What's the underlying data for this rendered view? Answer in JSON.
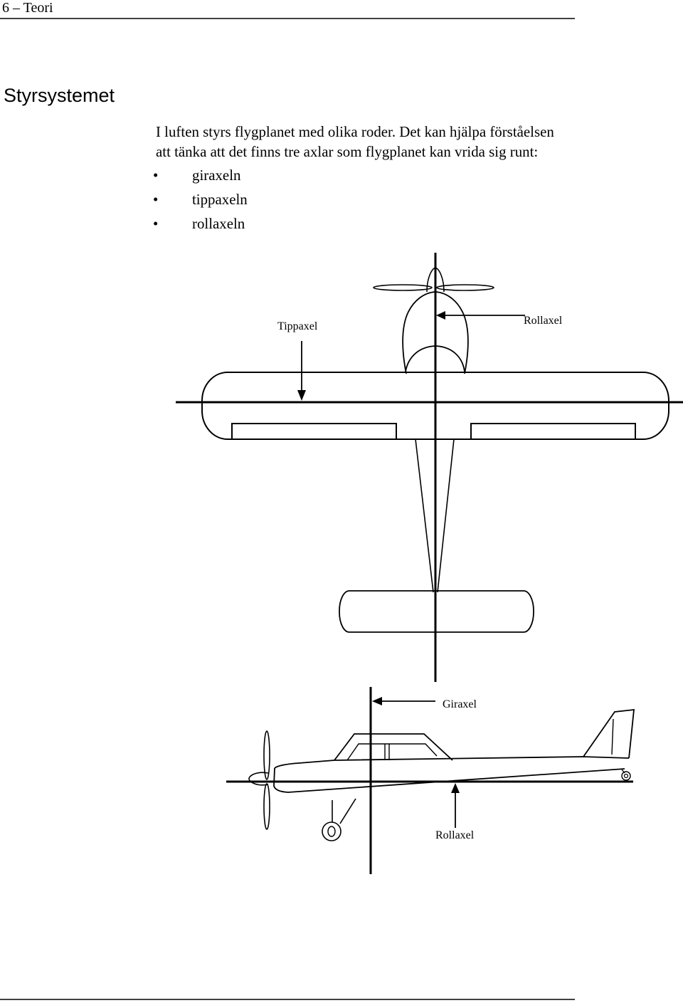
{
  "header": {
    "text": "6 – Teori"
  },
  "title": "Styrsystemet",
  "intro": {
    "lines": [
      "I luften styrs flygplanet med olika roder. Det kan hjälpa förståelsen",
      "att tänka att det finns tre axlar som flygplanet kan vrida sig runt:"
    ]
  },
  "axes_list": [
    "giraxeln",
    "tippaxeln",
    "rollaxeln"
  ],
  "figure": {
    "top_view": {
      "pitch_axis_label": "Tippaxel",
      "roll_axis_label": "Rollaxel"
    },
    "side_view": {
      "yaw_axis_label": "Giraxel",
      "roll_axis_label": "Rollaxel"
    }
  },
  "colors": {
    "ink": "#000000",
    "paper": "#ffffff"
  }
}
